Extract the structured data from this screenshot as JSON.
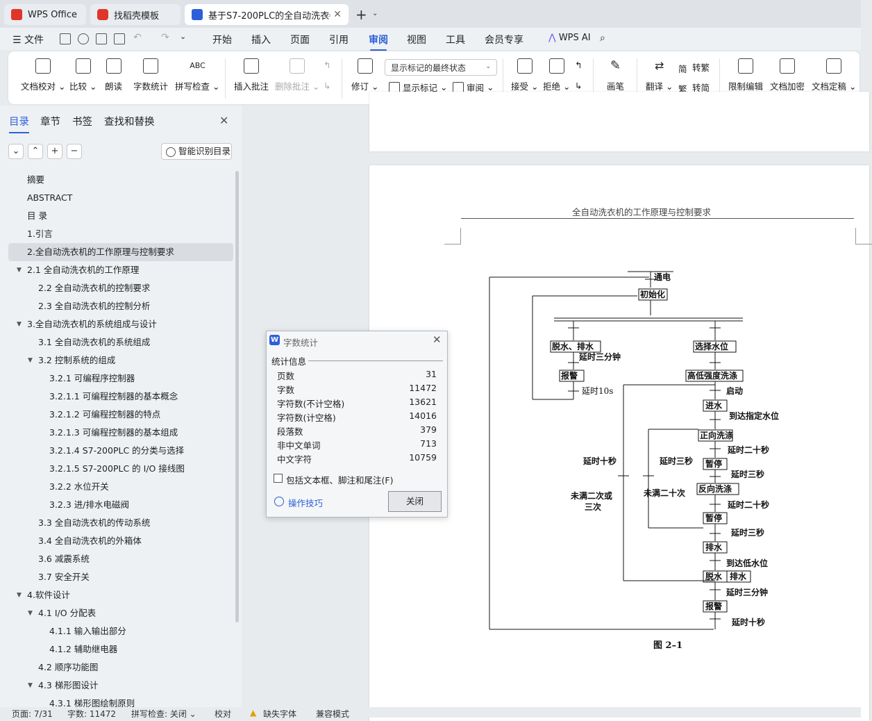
{
  "tabs": [
    {
      "label": "WPS Office",
      "icon": "wps-logo-icon",
      "color": "#e0352b"
    },
    {
      "label": "找稻壳模板",
      "icon": "docer-logo-icon",
      "color": "#e0352b"
    },
    {
      "label": "基于S7-200PLC的全自动洗衣",
      "icon": "writer-doc-icon",
      "color": "#2d5fd8"
    }
  ],
  "menu": {
    "file": "文件",
    "items": [
      "开始",
      "插入",
      "页面",
      "引用",
      "审阅",
      "视图",
      "工具",
      "会员专享"
    ],
    "active": "审阅",
    "wps_ai": "WPS AI"
  },
  "ribbon": {
    "doc_check": "文档校对",
    "compare": "比较",
    "read_aloud": "朗读",
    "word_count": "字数统计",
    "spell_check": "拼写检查",
    "insert_comment": "插入批注",
    "delete_comment": "删除批注",
    "markup_state": "显示标记的最终状态",
    "revise": "修订",
    "show_markup": "显示标记",
    "review": "审阅",
    "accept": "接受",
    "reject": "拒绝",
    "pen": "画笔",
    "translate": "翻译",
    "to_traditional": "转繁",
    "to_simplified": "转简",
    "restrict_edit": "限制编辑",
    "encrypt": "文档加密",
    "finalize": "文档定稿"
  },
  "nav": {
    "tabs": [
      "目录",
      "章节",
      "书签",
      "查找和替换"
    ],
    "smart_toc": "智能识别目录",
    "items": [
      {
        "label": "摘要",
        "level": 1
      },
      {
        "label": "ABSTRACT",
        "level": 1
      },
      {
        "label": "目  录",
        "level": 1
      },
      {
        "label": "1.引言",
        "level": 1
      },
      {
        "label": "2.全自动洗衣机的工作原理与控制要求",
        "level": 1,
        "selected": true
      },
      {
        "label": "2.1 全自动洗衣机的工作原理",
        "level": 1,
        "expanded": true
      },
      {
        "label": "2.2  全自动洗衣机的控制要求",
        "level": 2
      },
      {
        "label": "2.3 全自动洗衣机的控制分析",
        "level": 2
      },
      {
        "label": "3.全自动洗衣机的系统组成与设计",
        "level": 1,
        "expanded": true
      },
      {
        "label": "3.1  全自动洗衣机的系统组成",
        "level": 2
      },
      {
        "label": "3.2 控制系统的组成",
        "level": 2,
        "expanded": true
      },
      {
        "label": "3.2.1 可编程序控制器",
        "level": 3
      },
      {
        "label": "3.2.1.1 可编程控制器的基本概念",
        "level": 3
      },
      {
        "label": "3.2.1.2 可编程控制器的特点",
        "level": 3
      },
      {
        "label": "3.2.1.3 可编程控制器的基本组成",
        "level": 3
      },
      {
        "label": "3.2.1.4 S7-200PLC 的分类与选择",
        "level": 3
      },
      {
        "label": "3.2.1.5 S7-200PLC 的 I/O 接线图",
        "level": 3
      },
      {
        "label": "3.2.2 水位开关",
        "level": 3
      },
      {
        "label": "3.2.3  进/排水电磁阀",
        "level": 3
      },
      {
        "label": "3.3 全自动洗衣机的传动系统",
        "level": 2
      },
      {
        "label": "3.4 全自动洗衣机的外箱体",
        "level": 2
      },
      {
        "label": "3.6 减震系统",
        "level": 2
      },
      {
        "label": "3.7 安全开关",
        "level": 2
      },
      {
        "label": "4.软件设计",
        "level": 1,
        "expanded": true
      },
      {
        "label": "4.1 I/O 分配表",
        "level": 2,
        "expanded": true
      },
      {
        "label": "4.1.1 输入输出部分",
        "level": 3
      },
      {
        "label": "4.1.2 辅助继电器",
        "level": 3
      },
      {
        "label": "4.2 顺序功能图",
        "level": 2
      },
      {
        "label": "4.3 梯形图设计",
        "level": 2,
        "expanded": true
      },
      {
        "label": "4.3.1  梯形图绘制原则",
        "level": 3
      }
    ]
  },
  "document": {
    "header": "全自动洗衣机的工作原理与控制要求",
    "caption": "图 2–1",
    "flow": {
      "power_on": "通电",
      "init": "初始化",
      "dewater_drain": "脱水、排水",
      "delay_3min_a": "延时三分钟",
      "alarm_a": "报警",
      "delay_10s_a": "延时10s",
      "select_level": "选择水位",
      "wash_strength": "高低强度洗涤",
      "start": "启动",
      "water_in": "进水",
      "reach_level": "到达指定水位",
      "forward_wash": "正向洗涤",
      "delay_20s_a": "延时二十秒",
      "pause_a": "暂停",
      "delay_3s_a": "延时三秒",
      "reverse_wash": "反向洗涤",
      "delay_20s_b": "延时二十秒",
      "pause_b": "暂停",
      "delay_3s_b": "延时三秒",
      "drain": "排水",
      "reach_low": "到达低水位",
      "dewater": "脱水",
      "drain2": "排水",
      "delay_3min_b": "延时三分钟",
      "alarm_b": "报警",
      "delay_10s_b": "延时十秒",
      "left_delay_10s": "延时十秒",
      "left_delay_3s": "延时三秒",
      "not_twice_or": "未满二次或",
      "three_times": "三次",
      "not_twice": "未满二十次"
    }
  },
  "word_count_dialog": {
    "title": "字数统计",
    "section": "统计信息",
    "rows": [
      {
        "label": "页数",
        "value": "31"
      },
      {
        "label": "字数",
        "value": "11472"
      },
      {
        "label": "字符数(不计空格)",
        "value": "13621"
      },
      {
        "label": "字符数(计空格)",
        "value": "14016"
      },
      {
        "label": "段落数",
        "value": "379"
      },
      {
        "label": "非中文单词",
        "value": "713"
      },
      {
        "label": "中文字符",
        "value": "10759"
      }
    ],
    "include_label": "包括文本框、脚注和尾注(F)",
    "include_checked": false,
    "tips": "操作技巧",
    "close": "关闭"
  },
  "status": {
    "page": "页面: 7/31",
    "words": "字数: 11472",
    "spell": "拼写检查: 关闭",
    "proof": "校对",
    "missing_font": "缺失字体",
    "compat": "兼容模式"
  },
  "colors": {
    "accent": "#2d5fd8",
    "wps_red": "#e0352b"
  }
}
